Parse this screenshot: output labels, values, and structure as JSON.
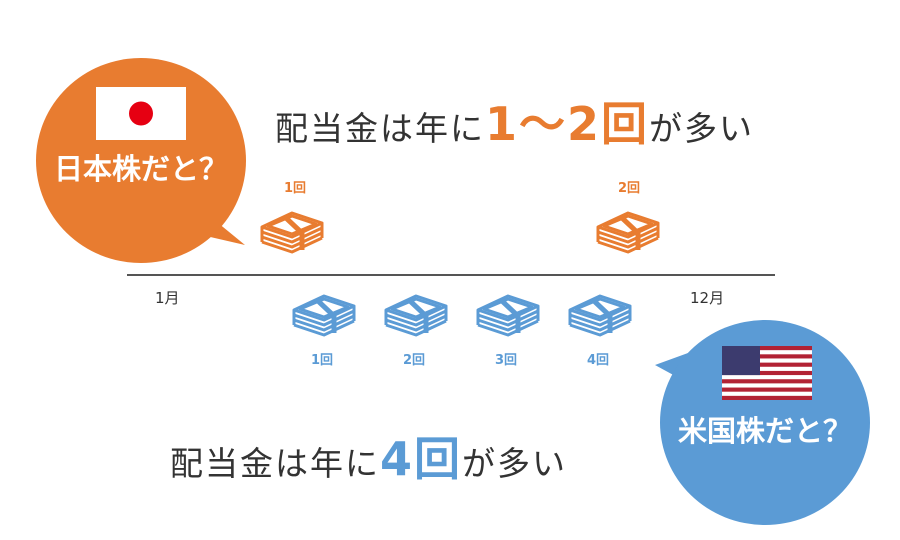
{
  "colors": {
    "japan": "#E87C30",
    "us": "#5B9BD5",
    "text": "#333333",
    "line": "#555555"
  },
  "japan": {
    "bubble_label": "日本株だと？",
    "headline": {
      "prefix": "配当金は年に",
      "highlight": "1～2回",
      "suffix": "が多い"
    },
    "payouts": [
      {
        "label": "1回"
      },
      {
        "label": "2回"
      }
    ]
  },
  "us": {
    "bubble_label": "米国株だと？",
    "headline": {
      "prefix": "配当金は年に",
      "highlight": "4回",
      "suffix": "が多い"
    },
    "payouts": [
      {
        "label": "1回"
      },
      {
        "label": "2回"
      },
      {
        "label": "3回"
      },
      {
        "label": "4回"
      }
    ]
  },
  "timeline": {
    "start": "1月",
    "end": "12月"
  },
  "icons": [
    "japan-flag-icon",
    "us-flag-icon",
    "money-stack-icon"
  ]
}
